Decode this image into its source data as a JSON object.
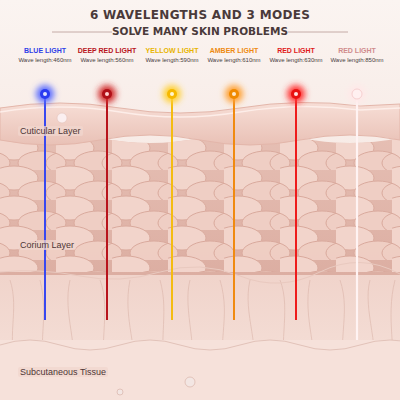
{
  "diagram": {
    "title": "6 WAVELENGTHS AND 3 MODES",
    "labels": [
      "SOLVE MANY SKIN PROBLEMS",
      "BLUE LIGHT",
      "Wave length:460nm",
      "DEEP RED LIGHT",
      "Wave length:560nm",
      "YELLOW LIGHT",
      "Wave length:590nm",
      "AMBER LIGHT",
      "Wave length:610nm",
      "RED LIGHT",
      "Wave length:630nm",
      "RED LIGHT",
      "Wave length:850nm",
      "Cuticular Layer",
      "Corium Layer",
      "Subcutaneous Tissue"
    ]
  }
}
